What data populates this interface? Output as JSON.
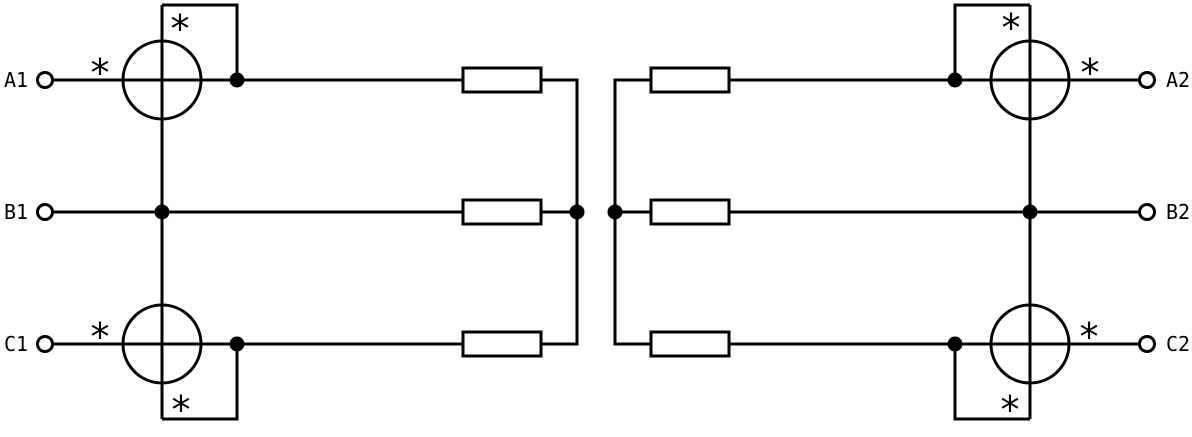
{
  "diagram": {
    "colors": {
      "stroke": "#000000",
      "background": "#ffffff"
    },
    "polarity_marker": "*",
    "terminals": {
      "left": [
        {
          "label": "A1"
        },
        {
          "label": "B1"
        },
        {
          "label": "C1"
        }
      ],
      "right": [
        {
          "label": "A2"
        },
        {
          "label": "B2"
        },
        {
          "label": "C2"
        }
      ]
    }
  }
}
